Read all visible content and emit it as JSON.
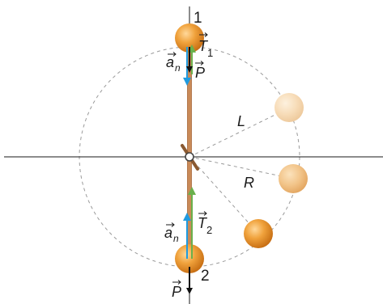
{
  "diagram": {
    "labels": {
      "top_position": "1",
      "bottom_position": "2",
      "length": "L",
      "radius": "R",
      "acceleration_top_base": "a",
      "acceleration_top_sub": "n",
      "acceleration_bottom_base": "a",
      "acceleration_bottom_sub": "n",
      "tension_top_base": "T",
      "tension_top_sub": "1",
      "tension_bottom_base": "T",
      "tension_bottom_sub": "2",
      "weight_top": "P",
      "weight_bottom": "P"
    },
    "colors": {
      "axis": "#1a1a1a",
      "orbit": "#9a9a9a",
      "rod": "#c98a58",
      "ball": "#e08b1e",
      "ball_faded": "#f1c58f",
      "tension_arrow": "#6ab04c",
      "acceleration_arrow": "#1f9be0",
      "weight_arrow": "#111111"
    }
  }
}
